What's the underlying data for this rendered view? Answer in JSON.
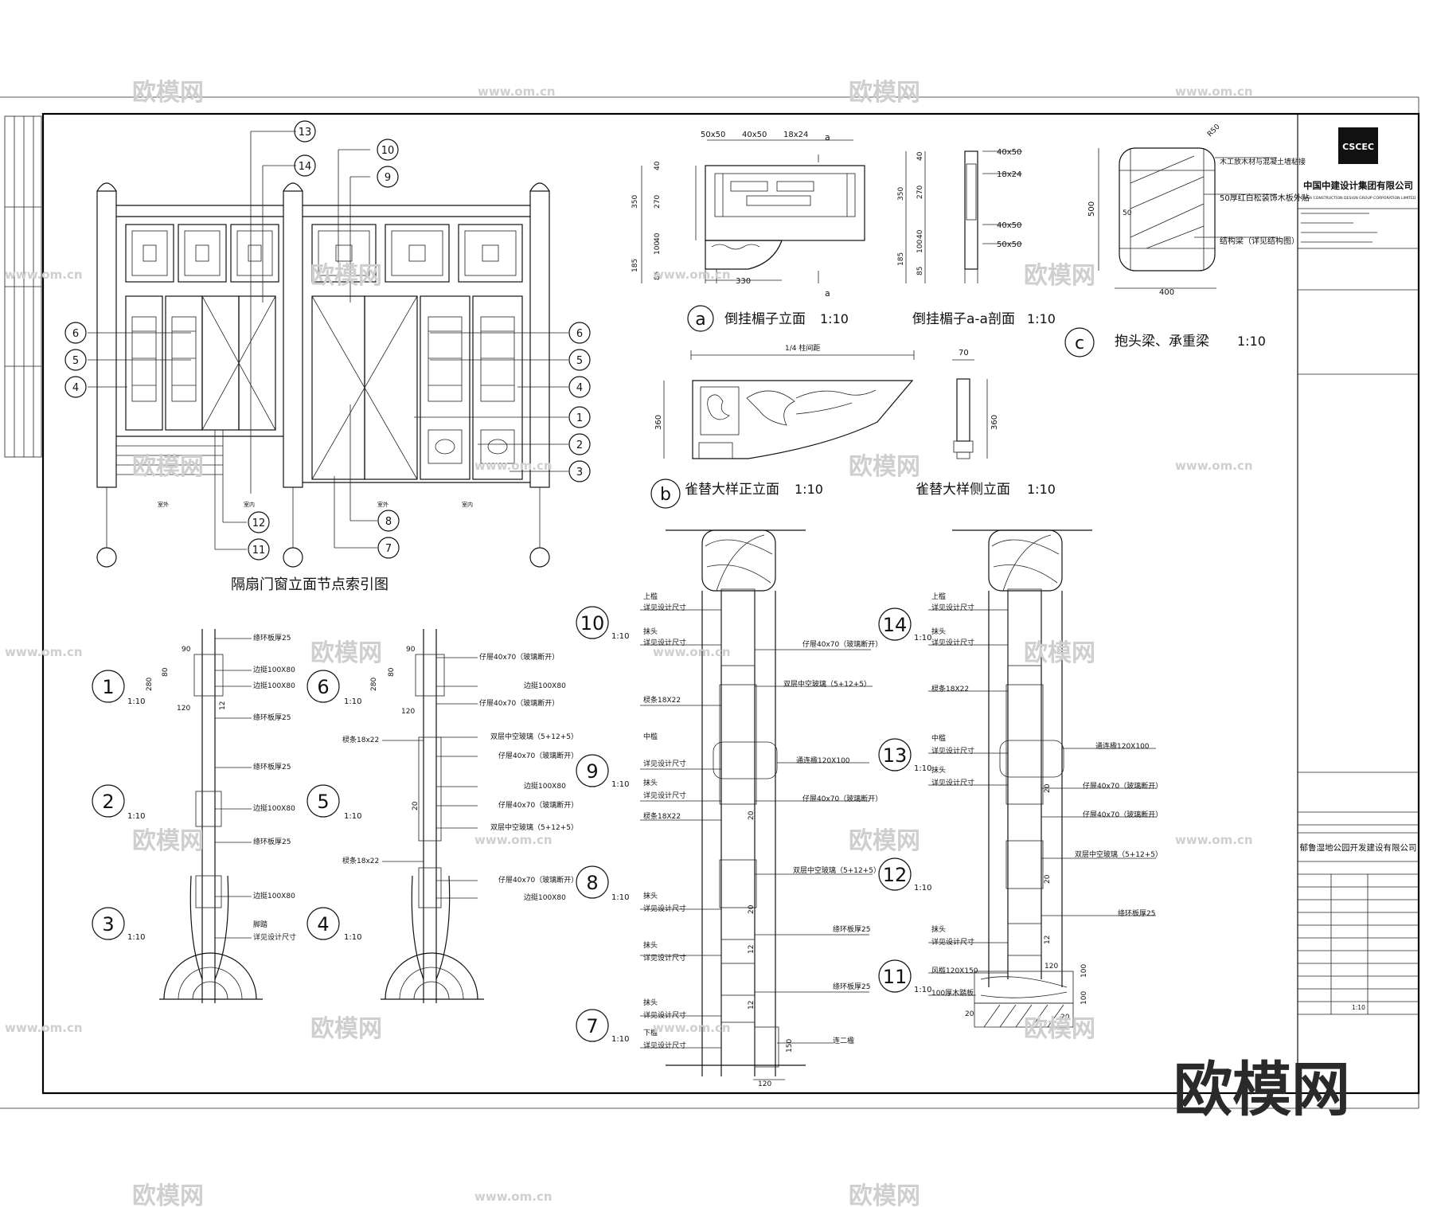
{
  "title_block": {
    "company": "中国中建设计集团有限公司",
    "company_en": "CHINA CONSTRUCTION DESIGN GROUP CORPORATION LIMITED",
    "client": "郁鲁湿地公园开发建设有限公司",
    "scale": "1:10",
    "logo_text": "CSCEC"
  },
  "index_elevation": {
    "title": "隔扇门窗立面节点索引图",
    "callouts_top": [
      "13",
      "14",
      "10",
      "9"
    ],
    "callouts_left": [
      "6",
      "5",
      "4"
    ],
    "callouts_right": [
      "6",
      "5",
      "4",
      "1",
      "2",
      "3"
    ],
    "callouts_bottom": [
      "12",
      "11",
      "8",
      "7"
    ],
    "room_labels": [
      "室外",
      "室内",
      "室外",
      "室内"
    ]
  },
  "detail_a": {
    "marker": "a",
    "title": "倒挂楣子立面",
    "scale": "1:10",
    "dims_top": [
      "50x50",
      "40x50",
      "18x24"
    ],
    "dims_left": [
      "350",
      "40",
      "270",
      "40",
      "185",
      "100",
      "85"
    ],
    "dim_bottom": "330",
    "section_mark": "a"
  },
  "detail_a_section": {
    "title": "倒挂楣子a-a剖面",
    "scale": "1:10",
    "dims_right": [
      "40x50",
      "18x24",
      "40x50",
      "50x50"
    ],
    "dims_left": [
      "350",
      "40",
      "270",
      "40",
      "185",
      "100",
      "85"
    ]
  },
  "detail_b": {
    "marker": "b",
    "title": "雀替大样正立面",
    "scale": "1:10",
    "dim_top": "1/4 柱间距",
    "dim_left": "360"
  },
  "detail_b_side": {
    "title": "雀替大样侧立面",
    "scale": "1:10",
    "dim_top": "70",
    "dim_right": "360"
  },
  "detail_c": {
    "marker": "c",
    "title": "抱头梁、承重梁",
    "scale": "1:10",
    "notes": [
      "木工放木材与混凝土墙粘接",
      "50厚红白松装饰木板外贴",
      "结构梁（详见结构图）"
    ],
    "dim_left": "500",
    "dim_bottom": "400",
    "dim_radius": "R50",
    "dim_side": "50"
  },
  "details": [
    {
      "id": "1",
      "scale": "1:10",
      "dims": [
        "90",
        "80",
        "280",
        "120",
        "12"
      ],
      "labels": [
        "绦环板厚25",
        "边挺100X80",
        "边挺100X80",
        "绦环板厚25"
      ]
    },
    {
      "id": "2",
      "scale": "1:10",
      "labels": [
        "绦环板厚25",
        "边挺100X80",
        "绦环板厚25"
      ]
    },
    {
      "id": "3",
      "scale": "1:10",
      "labels": [
        "边挺100X80",
        "脚踏",
        "详见设计尺寸"
      ]
    },
    {
      "id": "6",
      "scale": "1:10",
      "dims": [
        "90",
        "80",
        "280",
        "120"
      ],
      "labels": [
        "仔屉40x70（玻璃断开）",
        "边挺100X80",
        "仔屉40x70（玻璃断开）"
      ]
    },
    {
      "id": "5",
      "scale": "1:10",
      "dims": [
        "20"
      ],
      "labels_left": [
        "棂条18x22"
      ],
      "labels": [
        "双层中空玻璃（5+12+5）",
        "仔屉40x70（玻璃断开）",
        "边挺100X80",
        "仔屉40x70（玻璃断开）",
        "双层中空玻璃（5+12+5）"
      ]
    },
    {
      "id": "4",
      "scale": "1:10",
      "labels_left": [
        "棂条18x22"
      ],
      "labels": [
        "仔屉40x70（玻璃断开）",
        "边挺100X80"
      ]
    },
    {
      "id": "10",
      "scale": "1:10",
      "labels_left": [
        "上槛",
        "详见设计尺寸",
        "抹头",
        "详见设计尺寸"
      ],
      "labels": [
        "仔屉40x70（玻璃断开）"
      ]
    },
    {
      "id": "9",
      "scale": "1:10",
      "dims": [
        "20"
      ],
      "labels_left": [
        "棂条18X22",
        "中槛",
        "详见设计尺寸",
        "抹头",
        "详见设计尺寸",
        "棂条18X22"
      ],
      "labels": [
        "双层中空玻璃（5+12+5）",
        "通连楹120X100",
        "仔屉40x70（玻璃断开）"
      ]
    },
    {
      "id": "8",
      "scale": "1:10",
      "dims": [
        "20"
      ],
      "labels_left": [
        "抹头",
        "详见设计尺寸"
      ],
      "labels": [
        "双层中空玻璃（5+12+5）"
      ]
    },
    {
      "id": "7",
      "scale": "1:10",
      "dims": [
        "12",
        "12",
        "150",
        "120"
      ],
      "labels_left": [
        "抹头",
        "详见设计尺寸",
        "抹头",
        "详见设计尺寸",
        "下槛",
        "详见设计尺寸"
      ],
      "labels": [
        "绦环板厚25",
        "绦环板厚25",
        "连二楹"
      ]
    },
    {
      "id": "14",
      "scale": "1:10",
      "labels_left": [
        "上槛",
        "详见设计尺寸",
        "抹头",
        "详见设计尺寸"
      ]
    },
    {
      "id": "13",
      "scale": "1:10",
      "dims": [
        "20"
      ],
      "labels_left": [
        "棂条18X22",
        "中槛",
        "详见设计尺寸",
        "抹头",
        "详见设计尺寸"
      ],
      "labels": [
        "通连楹120X100",
        "仔屉40x70（玻璃断开）",
        "仔屉40x70（玻璃断开）"
      ]
    },
    {
      "id": "12",
      "scale": "1:10",
      "dims": [
        "20"
      ],
      "labels": [
        "双层中空玻璃（5+12+5）"
      ]
    },
    {
      "id": "11",
      "scale": "1:10",
      "dims": [
        "12",
        "120",
        "100",
        "100",
        "20",
        "20"
      ],
      "labels_left": [
        "抹头",
        "详见设计尺寸",
        "风槛120X150",
        "100厚木踏板"
      ],
      "labels": [
        "绦环板厚25"
      ]
    }
  ],
  "watermarks": [
    "欧模网",
    "www.om.cn"
  ],
  "watermark_big": "欧模网"
}
